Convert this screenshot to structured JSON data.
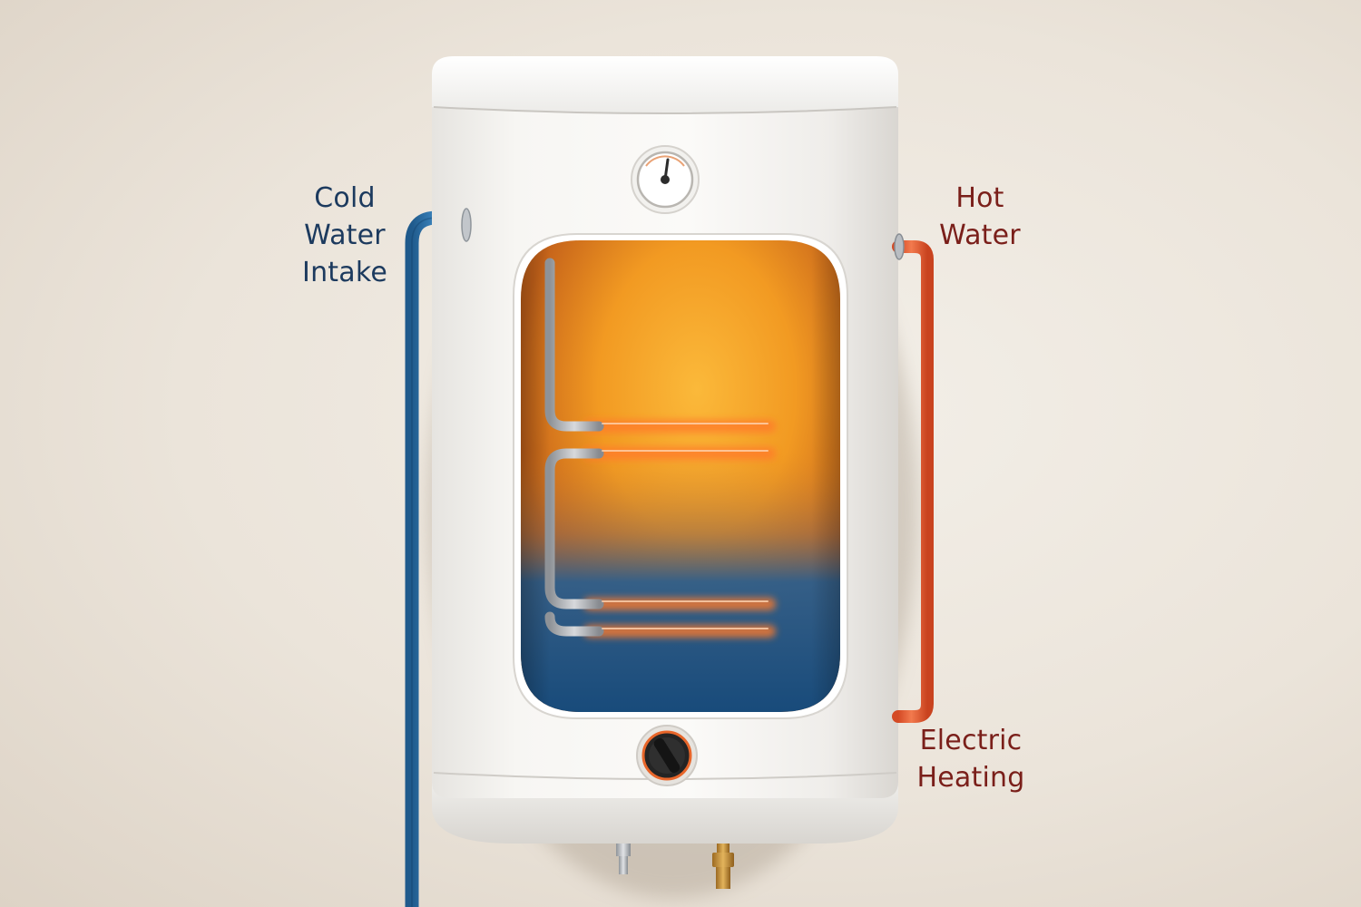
{
  "labels": {
    "cold_water_intake": [
      "Cold",
      "Water",
      "Intake"
    ],
    "hot_water": [
      "Hot",
      "Water"
    ],
    "electric_heating": [
      "Electric",
      "Heating"
    ]
  },
  "colors": {
    "cold_label": "#1c3a5e",
    "hot_label": "#7a1f1a",
    "cold_pipe": "#2f73a8",
    "hot_pipe": "#e8603a",
    "tank_body": "#f4f3f0",
    "water_hot": "#f5a623",
    "water_cold": "#1b5486",
    "heating_element": "#f26a2a"
  },
  "icons": {
    "gauge": "temperature-gauge-icon",
    "knob": "thermostat-knob-icon"
  }
}
